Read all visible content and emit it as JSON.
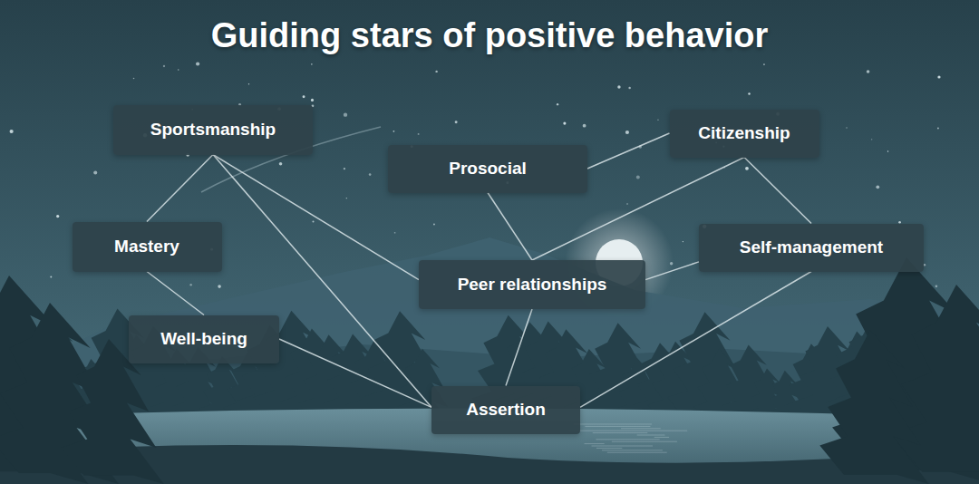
{
  "diagram": {
    "title": "Guiding stars of positive behavior",
    "nodes": [
      {
        "text": [
          "Sportsmanship"
        ]
      },
      {
        "text": [
          "Citizenship"
        ]
      },
      {
        "text": [
          "Prosocial"
        ]
      },
      {
        "text": [
          "Mastery"
        ]
      },
      {
        "text": [
          "Self-management"
        ]
      },
      {
        "text": [
          "Peer relationships"
        ]
      },
      {
        "text": [
          "Well-being"
        ]
      },
      {
        "text": [
          "Assertion"
        ]
      }
    ],
    "edges": [
      {
        "from": 0,
        "to": 3,
        "arrow": "none"
      },
      {
        "from": 0,
        "to": 5,
        "arrow": "none"
      },
      {
        "from": 0,
        "to": 7,
        "arrow": "none"
      },
      {
        "from": 3,
        "to": 6,
        "arrow": "none"
      },
      {
        "from": 6,
        "to": 7,
        "arrow": "none"
      },
      {
        "from": 2,
        "to": 1,
        "arrow": "none"
      },
      {
        "from": 2,
        "to": 5,
        "arrow": "none"
      },
      {
        "from": 1,
        "to": 5,
        "arrow": "none"
      },
      {
        "from": 1,
        "to": 4,
        "arrow": "none"
      },
      {
        "from": 5,
        "to": 4,
        "arrow": "none"
      },
      {
        "from": 5,
        "to": 7,
        "arrow": "none"
      },
      {
        "from": 4,
        "to": 7,
        "arrow": "none"
      }
    ]
  }
}
